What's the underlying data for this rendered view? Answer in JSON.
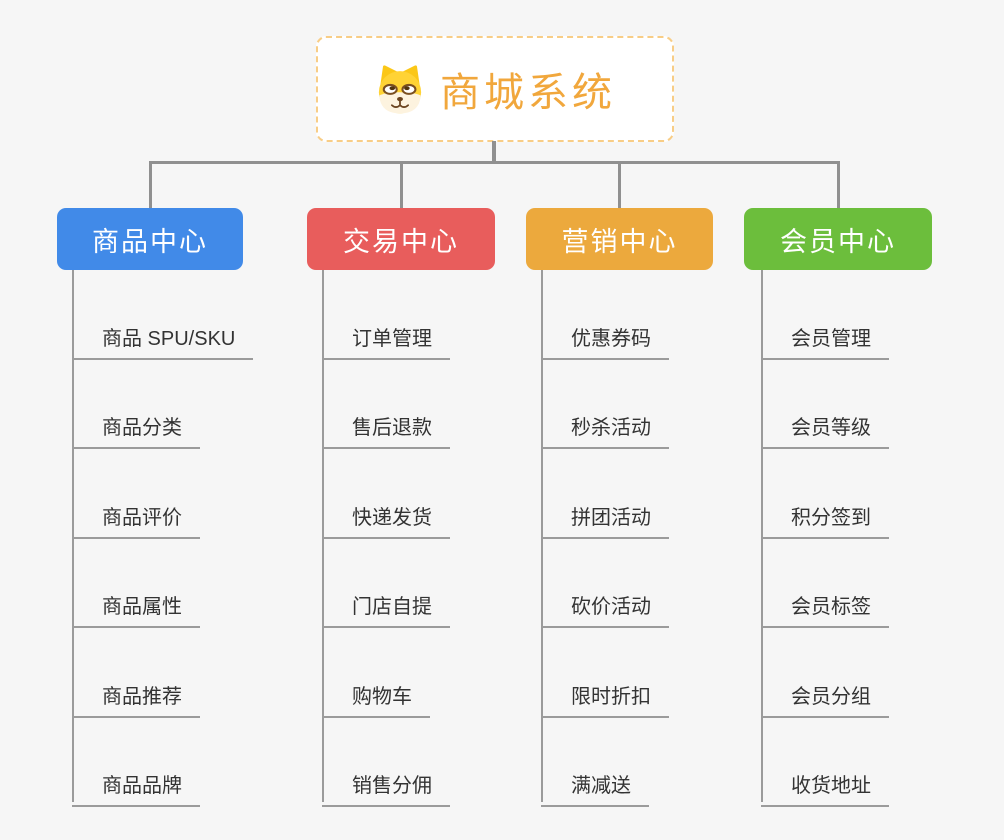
{
  "page": {
    "background_color": "#f6f6f6",
    "connector_color": "#909090"
  },
  "root": {
    "title": "商城系统",
    "icon": "doge-icon",
    "text_color": "#f1a73c",
    "border_color": "#f8cd86",
    "background_color": "#ffffff"
  },
  "branches": [
    {
      "label": "商品中心",
      "color": "#418ae8",
      "items": [
        "商品 SPU/SKU",
        "商品分类",
        "商品评价",
        "商品属性",
        "商品推荐",
        "商品品牌"
      ]
    },
    {
      "label": "交易中心",
      "color": "#e85d5c",
      "items": [
        "订单管理",
        "售后退款",
        "快递发货",
        "门店自提",
        "购物车",
        "销售分佣"
      ]
    },
    {
      "label": "营销中心",
      "color": "#eca93d",
      "items": [
        "优惠券码",
        "秒杀活动",
        "拼团活动",
        "砍价活动",
        "限时折扣",
        "满减送"
      ]
    },
    {
      "label": "会员中心",
      "color": "#6cbe3c",
      "items": [
        "会员管理",
        "会员等级",
        "积分签到",
        "会员标签",
        "会员分组",
        "收货地址"
      ]
    }
  ]
}
